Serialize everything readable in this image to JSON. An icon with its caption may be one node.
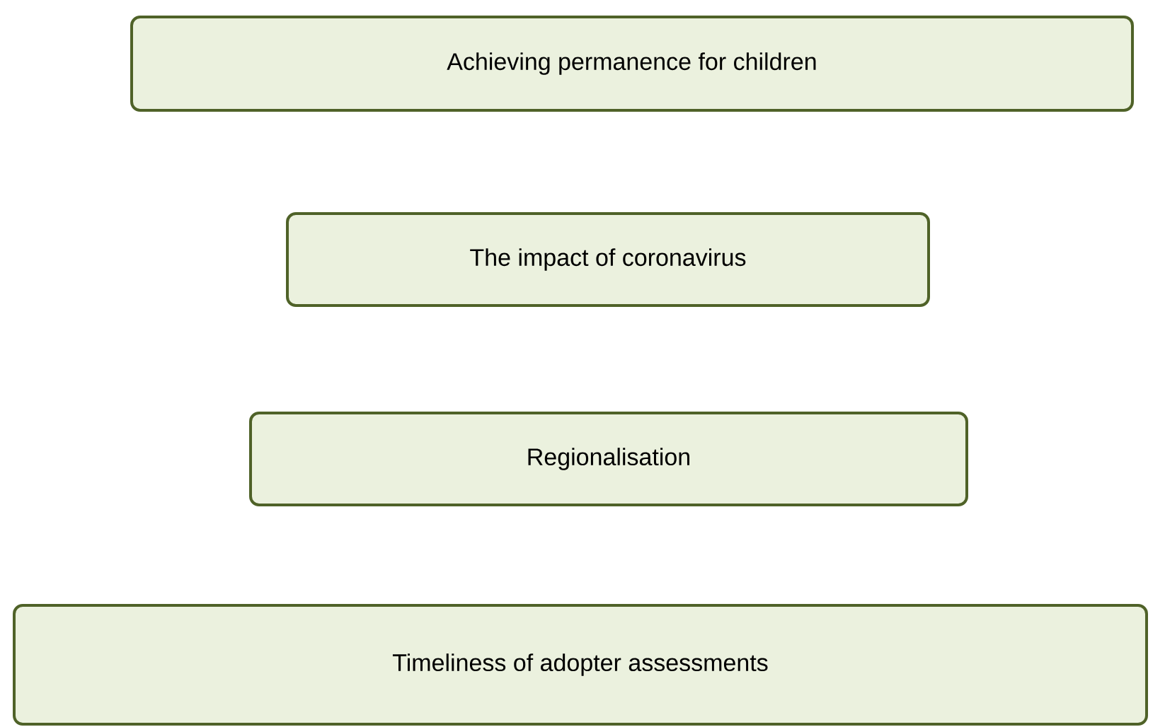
{
  "diagram": {
    "nodes": [
      {
        "text": [
          "Achieving permanence for children"
        ]
      },
      {
        "text": [
          "The impact of coronavirus"
        ]
      },
      {
        "text": [
          "Regionalisation"
        ]
      },
      {
        "text": [
          "Timeliness of adopter assessments"
        ]
      }
    ]
  }
}
